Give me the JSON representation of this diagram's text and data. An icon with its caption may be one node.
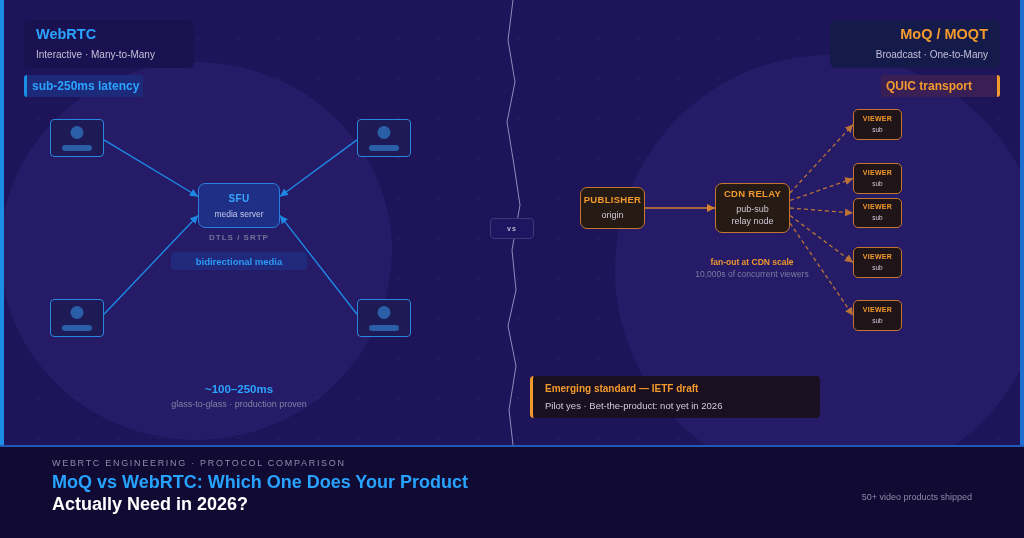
{
  "diagram": {
    "title": "MoQ vs WebRTC: Which One Does Your Product Actually Need in 2026?",
    "nodes": [
      {
        "text": [
          "WebRTC",
          "Interactive · Many-to-Many"
        ]
      },
      {
        "text": [
          "sub-250ms latency"
        ]
      },
      {
        "text": [],
        "shape": "person"
      },
      {
        "text": [],
        "shape": "person"
      },
      {
        "text": [
          "SFU",
          "media server"
        ],
        "beside": [
          "DTLS / SRTP"
        ]
      },
      {
        "text": [
          "bidirectional media"
        ]
      },
      {
        "text": [],
        "shape": "person"
      },
      {
        "text": [],
        "shape": "person"
      },
      {
        "text": [
          "vs"
        ]
      },
      {
        "text": [
          "MoQ / MOQT",
          "Broadcast · One-to-Many"
        ]
      },
      {
        "text": [
          "QUIC transport"
        ]
      },
      {
        "text": [
          "VIEWER",
          "sub"
        ]
      },
      {
        "text": [
          "PUBLISHER",
          "origin"
        ]
      },
      {
        "text": [
          "CDN RELAY",
          "pub-sub relay node"
        ]
      },
      {
        "text": [
          "VIEWER",
          "sub"
        ]
      },
      {
        "text": [
          "VIEWER",
          "sub"
        ]
      },
      {
        "text": [
          "VIEWER",
          "sub"
        ]
      },
      {
        "text": [
          "VIEWER",
          "sub"
        ]
      },
      {
        "text": [
          "Emerging standard — IETF draft",
          "Pilot yes · Bet-the-product: not yet in 2026"
        ]
      }
    ],
    "edges": [
      {
        "from": 2,
        "to": 4,
        "arrow": "to",
        "color": "#1e88e5"
      },
      {
        "from": 3,
        "to": 4,
        "arrow": "to",
        "color": "#1e88e5"
      },
      {
        "from": 6,
        "to": 4,
        "arrow": "to",
        "color": "#1e88e5"
      },
      {
        "from": 7,
        "to": 4,
        "arrow": "to",
        "color": "#1e88e5"
      },
      {
        "from": 12,
        "to": 13,
        "arrow": "to"
      },
      {
        "from": 13,
        "to": 11,
        "arrow": "to",
        "style": "dashed"
      },
      {
        "from": 13,
        "to": 14,
        "arrow": "to",
        "style": "dashed"
      },
      {
        "from": 13,
        "to": 15,
        "arrow": "to",
        "style": "dashed"
      },
      {
        "from": 13,
        "to": 16,
        "arrow": "to",
        "style": "dashed"
      },
      {
        "from": 13,
        "to": 17,
        "arrow": "to",
        "style": "dashed"
      }
    ],
    "labels": [
      "~100–250ms",
      "glass-to-glass · production proven",
      "fan-out at CDN scale",
      "10,000s of concurrent viewers",
      "WEBRTC ENGINEERING · PROTOCOL COMPARISON",
      "50+ video products shipped"
    ]
  }
}
